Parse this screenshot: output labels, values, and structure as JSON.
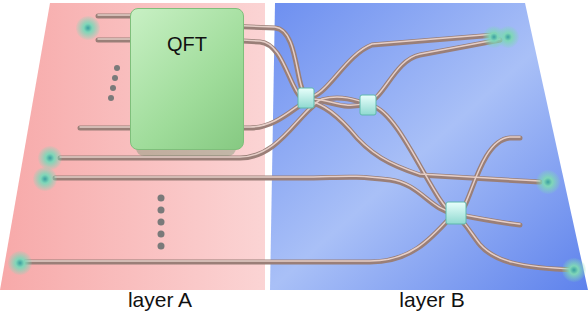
{
  "diagram": {
    "nodes": [
      {
        "text": [
          "QFT"
        ]
      }
    ],
    "labels": [
      "layer A",
      "layer B"
    ]
  }
}
